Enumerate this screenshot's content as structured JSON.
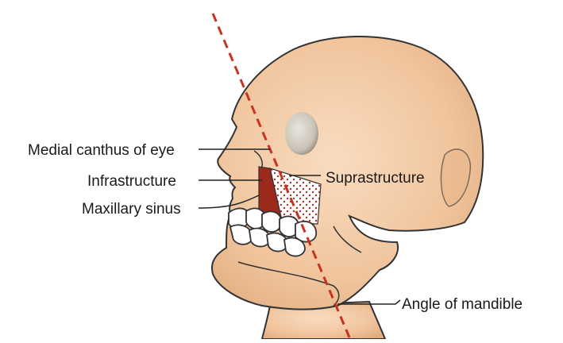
{
  "labels": {
    "medial_canthus": "Medial canthus of eye",
    "infrastructure": "Infrastructure",
    "maxillary_sinus": "Maxillary sinus",
    "suprastructure": "Suprastructure",
    "angle_of_mandible": "Angle of mandible"
  },
  "colors": {
    "skin_light": "#f6d2b0",
    "skin_mid": "#eebf94",
    "skin_dark": "#d9a275",
    "outline": "#333333",
    "infrastructure_fill": "#9b2a1d",
    "dashed_line": "#c8321e",
    "eye": "#d8d3c9",
    "teeth": "#ffffff"
  }
}
